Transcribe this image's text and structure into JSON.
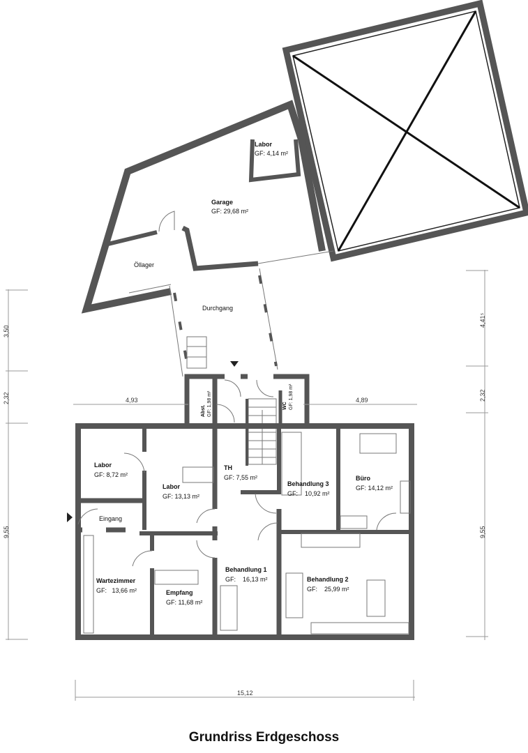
{
  "title": "Grundriss Erdgeschoss",
  "rooms": [
    {
      "name": "Labor",
      "area": "GF: 4,14 m²"
    },
    {
      "name": "Garage",
      "area": "GF: 29,68 m²"
    },
    {
      "name": "Öllager",
      "area": ""
    },
    {
      "name": "Durchgang",
      "area": ""
    },
    {
      "name": "Abst.",
      "area": "GF: 1,98 m²"
    },
    {
      "name": "WC",
      "area": "GF: 1,98 m²"
    },
    {
      "name": "Labor",
      "area": "GF: 8,72 m²"
    },
    {
      "name": "Labor",
      "area": "GF: 13,13 m²"
    },
    {
      "name": "TH",
      "area": "GF: 7,55 m²"
    },
    {
      "name": "Behandlung 3",
      "area": "GF:    10,92 m²"
    },
    {
      "name": "Büro",
      "area": "GF: 14,12 m²"
    },
    {
      "name": "Eingang",
      "area": ""
    },
    {
      "name": "Wartezimmer",
      "area": "GF:   13,66 m²"
    },
    {
      "name": "Empfang",
      "area": "GF: 11,68 m²"
    },
    {
      "name": "Behandlung 1",
      "area": "GF:    16,13 m²"
    },
    {
      "name": "Behandlung 2",
      "area": "GF:    25,99 m²"
    }
  ],
  "dimensions": {
    "left": [
      "3,50",
      "2,32",
      "9,55"
    ],
    "right": [
      "4,41⁵",
      "2,32",
      "9,55"
    ],
    "top_left": "4,93",
    "top_right": "4,89",
    "bottom": "15,12"
  }
}
